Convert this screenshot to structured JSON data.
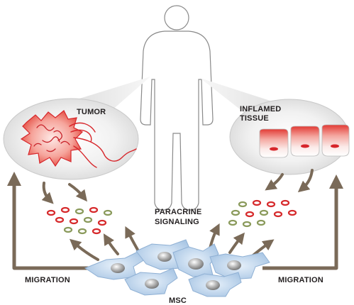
{
  "labels": {
    "tumor": "TUMOR",
    "inflamed_line1": "INFLAMED",
    "inflamed_line2": "TISSUE",
    "paracrine_line1": "PARACRINE",
    "paracrine_line2": "SIGNALING",
    "migration_left": "MIGRATION",
    "migration_right": "MIGRATION",
    "msc": "MSC"
  },
  "colors": {
    "arrow": "#7a6a58",
    "tumor_red": "#d7262b",
    "factor_red": "#d62a2c",
    "factor_green": "#8a9a5b",
    "msc_blue": "#bcd4ec",
    "nucleus_gray": "#8c8c8c",
    "bubble_gray": "#e3e3e3",
    "outline": "#7d7d7d"
  }
}
